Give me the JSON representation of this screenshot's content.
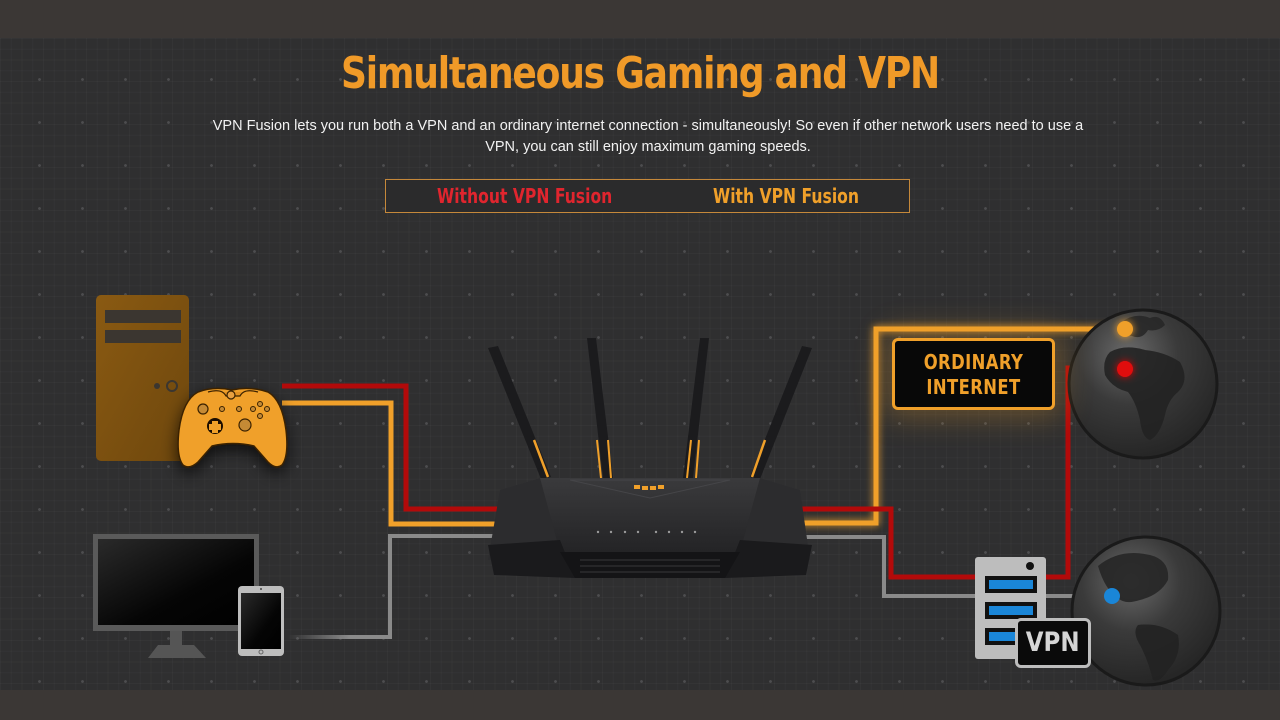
{
  "header": {
    "title": "Simultaneous Gaming and VPN",
    "description": "VPN Fusion lets you run both a VPN and an ordinary internet connection - simultaneously! So even if other network users need to use a VPN, you can still enjoy maximum gaming speeds."
  },
  "tabs": [
    {
      "label": "Without VPN Fusion",
      "color": "#e0252e"
    },
    {
      "label": "With VPN Fusion",
      "color": "#f0a02a",
      "selected": true
    }
  ],
  "diagram": {
    "devices": [
      {
        "name": "gaming-pc",
        "icon": "desktop-tower-icon"
      },
      {
        "name": "game-controller",
        "icon": "gamepad-icon"
      },
      {
        "name": "monitor",
        "icon": "monitor-icon"
      },
      {
        "name": "tablet",
        "icon": "tablet-icon"
      },
      {
        "name": "router",
        "icon": "router-icon"
      },
      {
        "name": "vpn-server",
        "icon": "server-icon"
      }
    ],
    "labels": {
      "ordinary_internet_line1": "ORDINARY",
      "ordinary_internet_line2": "INTERNET",
      "vpn": "VPN"
    },
    "connection_colors": {
      "gaming": "#f0a02a",
      "vpn": "#b30a0a",
      "other": "#8a8a8a",
      "vpn_endpoint": "#1a86d8",
      "vpn_red_endpoint": "#e01010"
    }
  }
}
